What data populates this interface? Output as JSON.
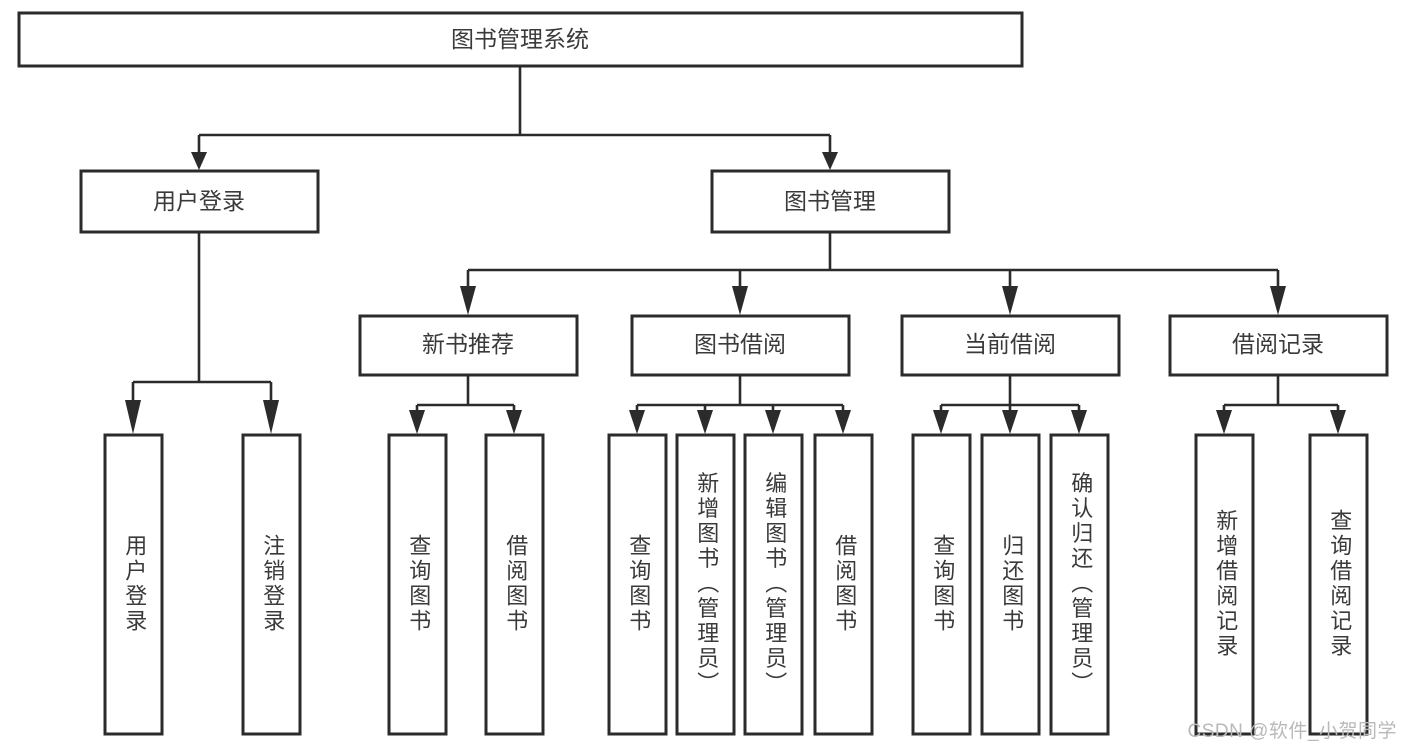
{
  "diagram": {
    "title": "图书管理系统",
    "type": "tree",
    "watermark": "CSDN @软件_小贺同学",
    "colors": {
      "box_stroke": "#2b2b2b",
      "box_fill": "#ffffff",
      "text": "#3a3a3a",
      "connector": "#2b2b2b",
      "watermark": "#b9b9b9",
      "background": "#ffffff"
    },
    "levels": {
      "root": {
        "label": "图书管理系统"
      },
      "level2": [
        {
          "label": "用户登录"
        },
        {
          "label": "图书管理"
        }
      ],
      "level3": [
        {
          "label": "新书推荐"
        },
        {
          "label": "图书借阅"
        },
        {
          "label": "当前借阅"
        },
        {
          "label": "借阅记录"
        }
      ],
      "leaves": {
        "user_login": [
          {
            "label": "用户登录"
          },
          {
            "label": "注销登录"
          }
        ],
        "new_book_rec": [
          {
            "label": "查询图书"
          },
          {
            "label": "借阅图书"
          }
        ],
        "book_borrow": [
          {
            "label": "查询图书"
          },
          {
            "label": "新增图书（管理员）"
          },
          {
            "label": "编辑图书（管理员）"
          },
          {
            "label": "借阅图书"
          }
        ],
        "current_borrow": [
          {
            "label": "查询图书"
          },
          {
            "label": "归还图书"
          },
          {
            "label": "确认归还（管理员）"
          }
        ],
        "borrow_record": [
          {
            "label": "新增借阅记录"
          },
          {
            "label": "查询借阅记录"
          }
        ]
      }
    }
  }
}
